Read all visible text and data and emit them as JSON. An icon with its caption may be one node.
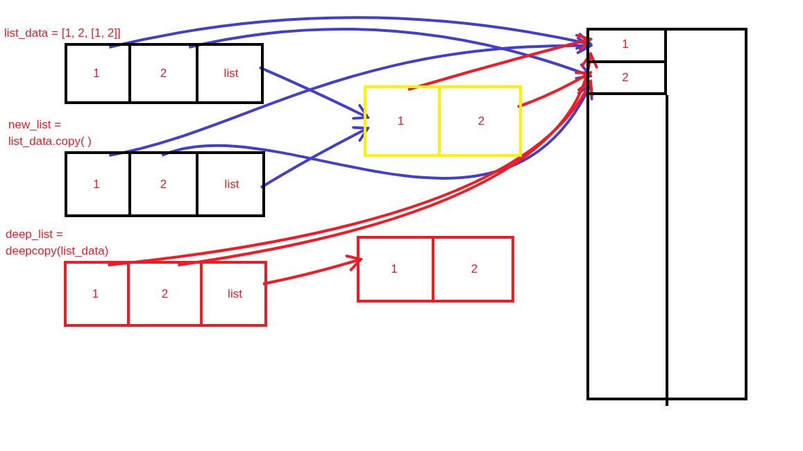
{
  "diagram": {
    "nodes": [
      {
        "text": [],
        "shape": "box",
        "beside": [
          "list_data = [1, 2, [1, 2]]"
        ]
      },
      {
        "text": [
          "1"
        ],
        "in": 0
      },
      {
        "text": [
          "2"
        ],
        "in": 0
      },
      {
        "text": [
          "list"
        ],
        "in": 0
      },
      {
        "text": [],
        "shape": "box"
      },
      {
        "text": [
          "1"
        ],
        "in": 4
      },
      {
        "text": [
          "2"
        ],
        "in": 4
      },
      {
        "text": [],
        "shape": "box",
        "beside": [
          "new_list = list_data.copy( )"
        ]
      },
      {
        "text": [
          "1"
        ],
        "in": 7
      },
      {
        "text": [
          "2"
        ],
        "in": 7
      },
      {
        "text": [
          "list"
        ],
        "in": 7
      },
      {
        "text": [],
        "shape": "box",
        "beside": [
          "deep_list = deepcopy(list_data)"
        ]
      },
      {
        "text": [
          "1"
        ],
        "in": 11
      },
      {
        "text": [
          "2"
        ],
        "in": 11
      },
      {
        "text": [
          "list"
        ],
        "in": 11
      },
      {
        "text": [],
        "shape": "box"
      },
      {
        "text": [
          "1"
        ],
        "in": 15
      },
      {
        "text": [
          "2"
        ],
        "in": 15
      },
      {
        "text": [],
        "shape": "box"
      },
      {
        "text": [
          "1"
        ],
        "in": 18
      },
      {
        "text": [
          "2"
        ],
        "in": 18
      }
    ],
    "edges": [
      {
        "from": 1,
        "to": 19,
        "arrow": "to"
      },
      {
        "from": 2,
        "to": 20,
        "arrow": "to"
      },
      {
        "from": 3,
        "to": 4,
        "arrow": "to"
      },
      {
        "from": 8,
        "to": 19,
        "arrow": "to"
      },
      {
        "from": 9,
        "to": 20,
        "arrow": "to"
      },
      {
        "from": 10,
        "to": 4,
        "arrow": "to"
      },
      {
        "from": 5,
        "to": 19,
        "arrow": "to",
        "color": "#ee1c24"
      },
      {
        "from": 6,
        "to": 20,
        "arrow": "to",
        "color": "#ee1c24"
      },
      {
        "from": 12,
        "to": 20,
        "arrow": "to",
        "color": "#ee1c24"
      },
      {
        "from": 13,
        "to": 19,
        "arrow": "to",
        "color": "#ee1c24"
      },
      {
        "from": 14,
        "to": 15,
        "arrow": "to",
        "color": "#ee1c24"
      }
    ]
  }
}
